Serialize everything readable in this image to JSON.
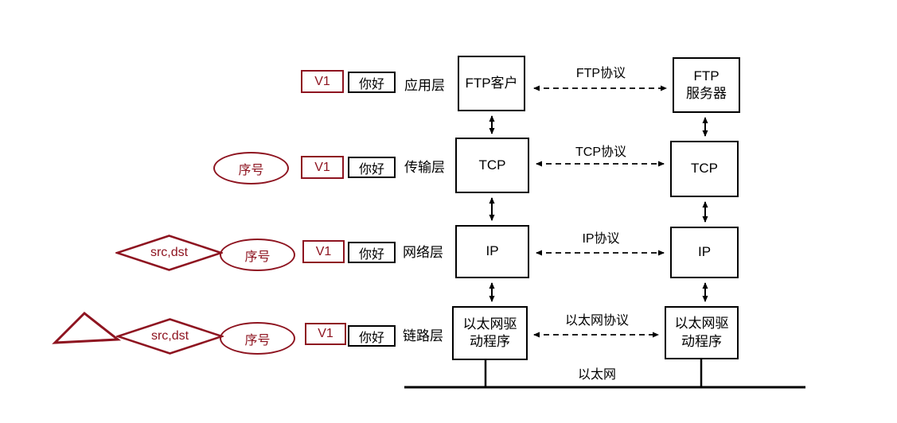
{
  "colors": {
    "accent": "#8e1420",
    "line": "#000000"
  },
  "layers": [
    {
      "label": "应用层",
      "protocol": "FTP协议",
      "left": "FTP客户",
      "right1": "FTP",
      "right2": "服务器",
      "v1": "V1",
      "payload": "你好"
    },
    {
      "label": "传输层",
      "protocol": "TCP协议",
      "left": "TCP",
      "right": "TCP",
      "seq": "序号",
      "v1": "V1",
      "payload": "你好"
    },
    {
      "label": "网络层",
      "protocol": "IP协议",
      "left": "IP",
      "right": "IP",
      "srcdst": "src,dst",
      "seq": "序号",
      "v1": "V1",
      "payload": "你好"
    },
    {
      "label": "链路层",
      "protocol": "以太网协议",
      "left1": "以太网驱",
      "left2": "动程序",
      "right1": "以太网驱",
      "right2": "动程序",
      "srcdst": "src,dst",
      "seq": "序号",
      "v1": "V1",
      "payload": "你好"
    }
  ],
  "ethernet": "以太网"
}
